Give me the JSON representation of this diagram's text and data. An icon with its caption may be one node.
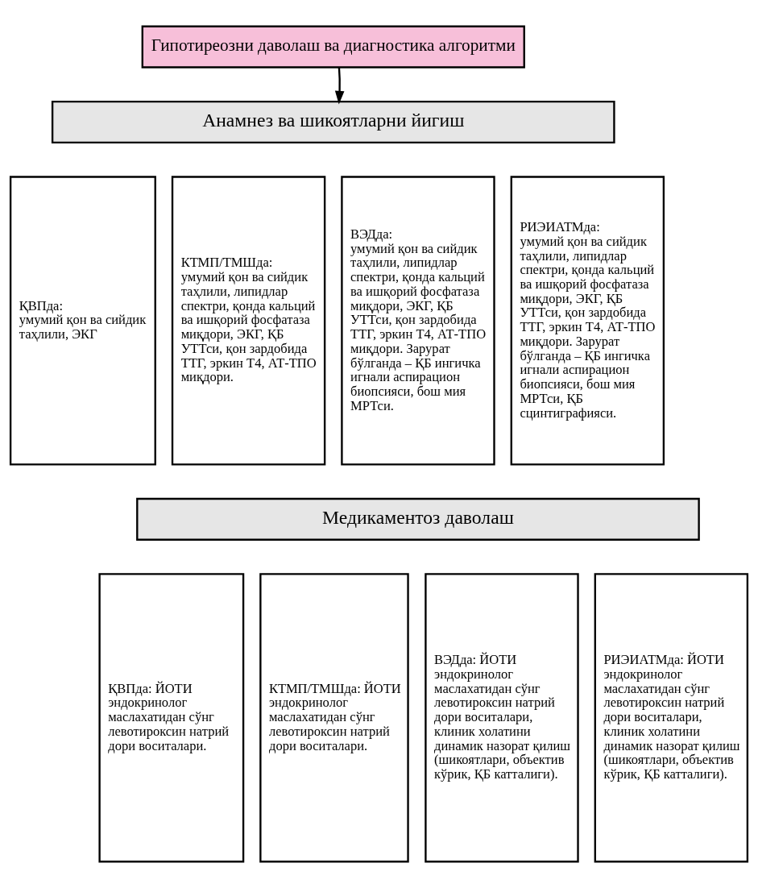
{
  "diagram": {
    "nodes": [
      {
        "text": [
          "Гипотиреозни даволаш ва диагностика алгоритми"
        ]
      },
      {
        "text": [
          "Анамнез ва шикоятларни йигиш"
        ]
      },
      {
        "text": [
          "ҚВПда:",
          "умумий қон ва сийдик таҳлили, ЭКГ"
        ]
      },
      {
        "text": [
          "КТМП/ТМШда:",
          "умумий қон ва сийдик таҳлили, липидлар спектри, қонда кальций ва ишқорий фосфатаза миқдори, ЭКГ, ҚБ УТТси, қон зардобида ТТГ, эркин Т4, АТ-ТПО миқдори."
        ]
      },
      {
        "text": [
          "ВЭДда:",
          "умумий қон ва сийдик таҳлили, липидлар спектри, қонда кальций ва ишқорий фосфатаза миқдори, ЭКГ, ҚБ УТТси, қон зардобида ТТГ, эркин Т4, АТ-ТПО миқдори. Зарурат бўлганда – ҚБ ингичка игнали аспирацион биопсияси, бош мия МРТси."
        ]
      },
      {
        "text": [
          "РИЭИАТМда:",
          "умумий қон ва сийдик таҳлили, липидлар спектри, қонда кальций ва ишқорий фосфатаза миқдори, ЭКГ, ҚБ УТТси, қон зардобида ТТГ, эркин Т4, АТ-ТПО миқдори. Зарурат бўлганда – ҚБ ингичка игнали аспирацион биопсияси, бош мия МРТси, ҚБ сцинтиграфияси."
        ]
      },
      {
        "text": [
          "Медикаментоз даволаш"
        ]
      },
      {
        "text": [
          "ҚВПда: ЙОТИ",
          "эндокринолог маслахатидан сўнг левотироксин натрий дори воситалари."
        ]
      },
      {
        "text": [
          "КТМП/ТМШда: ЙОТИ",
          "эндокринолог маслахатидан сўнг левотироксин натрий дори воситалари."
        ]
      },
      {
        "text": [
          "ВЭДда: ЙОТИ",
          "эндокринолог маслахатидан сўнг левотироксин натрий дори воситалари, клиник холатини динамик назорат қилиш (шикоятлари, объектив кўрик, ҚБ катталиги)."
        ]
      },
      {
        "text": [
          "РИЭИАТМда: ЙОТИ",
          "эндокринолог маслахатидан сўнг левотироксин натрий дори воситалари, клиник холатини динамик назорат қилиш (шикоятлари, объектив кўрик, ҚБ катталиги)."
        ]
      }
    ],
    "edges": [
      {
        "from": 0,
        "to": 1,
        "arrow": "to"
      }
    ]
  }
}
